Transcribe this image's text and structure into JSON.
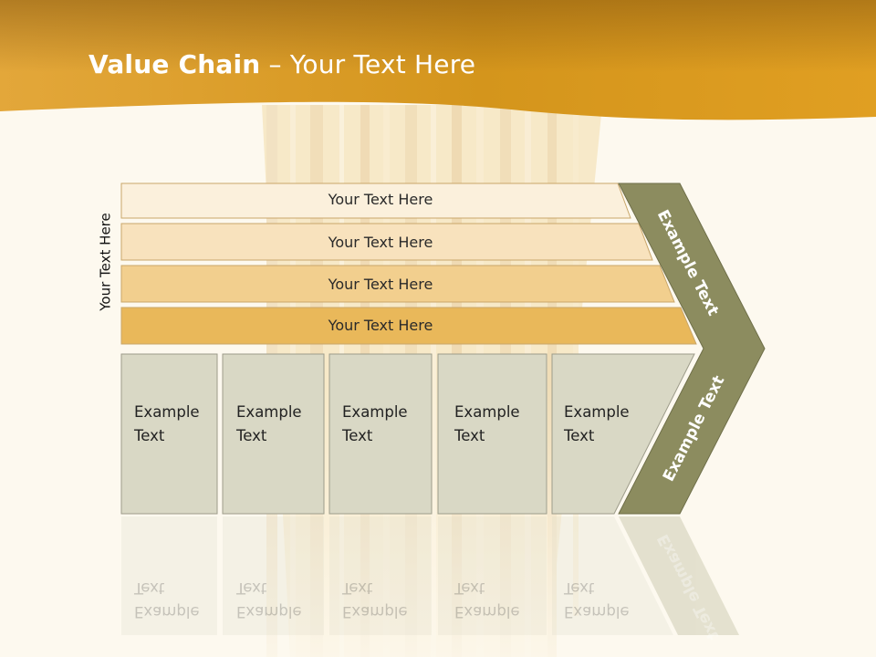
{
  "slide": {
    "title_bold": "Value Chain",
    "title_rest": " – Your Text Here",
    "side_label": "Your Text Here"
  },
  "bars": [
    {
      "label": "Your Text Here",
      "color": "#fbf0dc"
    },
    {
      "label": "Your Text Here",
      "color": "#f8e2bd"
    },
    {
      "label": "Your Text Here",
      "color": "#f2cf8e"
    },
    {
      "label": "Your Text Here",
      "color": "#e9b85a"
    }
  ],
  "boxes": [
    {
      "line1": "Example",
      "line2": "Text"
    },
    {
      "line1": "Example",
      "line2": "Text"
    },
    {
      "line1": "Example",
      "line2": "Text"
    },
    {
      "line1": "Example",
      "line2": "Text"
    },
    {
      "line1": "Example",
      "line2": "Text"
    }
  ],
  "chevron": {
    "upper_label": "Example Text",
    "lower_label": "Example Text",
    "color": "#8c8c5f"
  },
  "colors": {
    "banner": "#e2a221",
    "box_fill": "#d9d8c5",
    "background": "#fdf9ef"
  }
}
